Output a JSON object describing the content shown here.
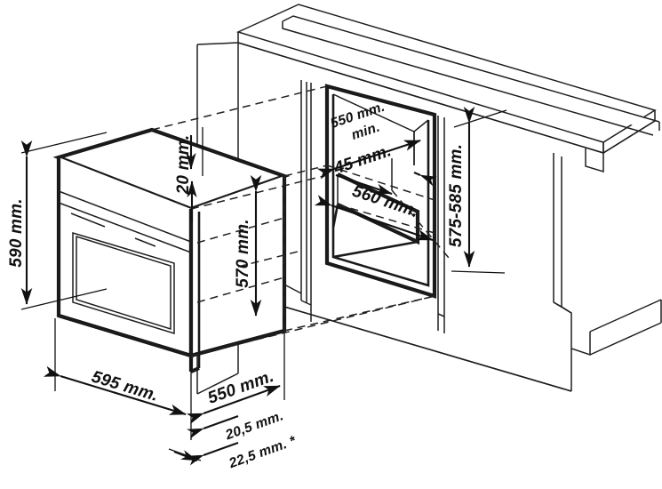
{
  "diagram": {
    "title": "Built-in oven installation dimensions",
    "type": "technical-line-drawing",
    "line_color": "#1a1a1a",
    "text_color": "#111111",
    "background": "#ffffff",
    "units": "mm",
    "footnote_marker": "*"
  },
  "dimensions": {
    "oven_height": "590 mm.",
    "oven_width": "595 mm.",
    "oven_depth": "550 mm.",
    "oven_body_height": "570 mm.",
    "top_clearance": "20 mm.",
    "cabinet_depth_min_line1": "550 mm.",
    "cabinet_depth_min_line2": "min.",
    "cabinet_top_gap": "45 mm.",
    "cabinet_opening_width": "560 mm.",
    "cabinet_opening_height": "575-585 mm.",
    "front_overlap": "20,5 mm.",
    "front_overlap_alt": "22,5 mm. *"
  },
  "labels": [
    {
      "id": "height-590",
      "text": "590 mm."
    },
    {
      "id": "clearance-20",
      "text": "20 mm."
    },
    {
      "id": "body-570",
      "text": "570 mm."
    },
    {
      "id": "width-595",
      "text": "595 mm."
    },
    {
      "id": "depth-550",
      "text": "550 mm."
    },
    {
      "id": "overlap-205",
      "text": "20,5 mm."
    },
    {
      "id": "overlap-225",
      "text": "22,5 mm. *"
    },
    {
      "id": "niche-550",
      "text": "550 mm."
    },
    {
      "id": "niche-min",
      "text": "min."
    },
    {
      "id": "niche-45",
      "text": "45 mm."
    },
    {
      "id": "niche-560",
      "text": "560 mm."
    },
    {
      "id": "niche-575",
      "text": "575-585 mm."
    }
  ]
}
